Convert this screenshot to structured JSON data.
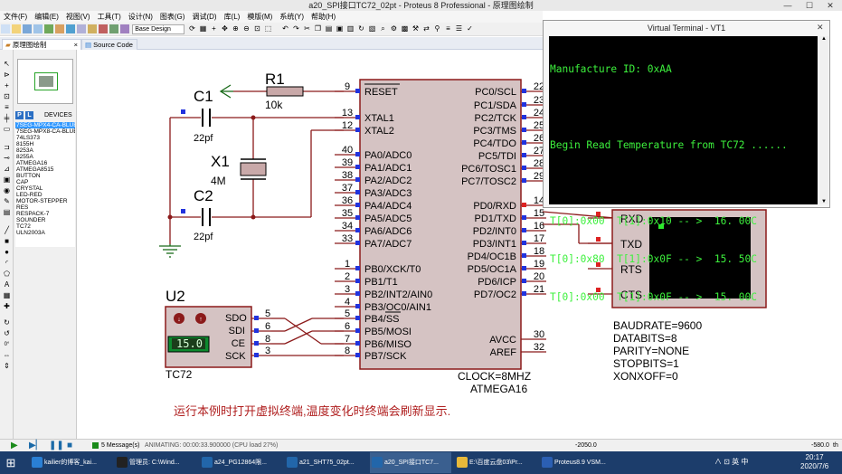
{
  "window": {
    "title": "a20_SPI接口TC72_02pt - Proteus 8 Professional - 原理图绘制",
    "min": "—",
    "max": "☐",
    "close": "✕"
  },
  "menu": [
    "文件(F)",
    "编辑(E)",
    "视图(V)",
    "工具(T)",
    "设计(N)",
    "图表(G)",
    "调试(D)",
    "库(L)",
    "模版(M)",
    "系统(Y)",
    "帮助(H)"
  ],
  "toolbar": {
    "design_select": "Base Design"
  },
  "tabs": [
    {
      "label": "原理图绘制",
      "close": "×"
    },
    {
      "label": "Source Code",
      "close": "×"
    }
  ],
  "devices": {
    "header": "DEVICES",
    "p_btn": "P",
    "l_btn": "L",
    "items": [
      "7SEG-MPX4-CA-BLUE",
      "7SEG-MPX8-CA-BLUE",
      "74LS373",
      "8155H",
      "8253A",
      "8255A",
      "ATMEGA16",
      "ATMEGA8515",
      "BUTTON",
      "CAP",
      "CRYSTAL",
      "LED-RED",
      "MOTOR-STEPPER",
      "RES",
      "RESPACK-7",
      "SOUNDER",
      "TC72",
      "ULN2003A"
    ],
    "selected_index": 0
  },
  "left_tools": {
    "rotation": "0°"
  },
  "schematic": {
    "r1": {
      "ref": "R1",
      "value": "10k"
    },
    "c1": {
      "ref": "C1",
      "value": "22pf"
    },
    "c2": {
      "ref": "C2",
      "value": "22pf"
    },
    "x1": {
      "ref": "X1",
      "value": "4M"
    },
    "u2": {
      "ref": "U2",
      "part": "TC72",
      "reading": "15.0",
      "pins": [
        "SDO",
        "SDI",
        "CE",
        "SCK"
      ],
      "pin_nums": [
        "5",
        "6",
        "8",
        "3"
      ]
    },
    "mcu": {
      "part": "ATMEGA16",
      "clock": "CLOCK=8MHZ",
      "left_pins": [
        {
          "n": "9",
          "l": "RESET"
        },
        {
          "n": "13",
          "l": "XTAL1"
        },
        {
          "n": "12",
          "l": "XTAL2"
        },
        {
          "n": "40",
          "l": "PA0/ADC0"
        },
        {
          "n": "39",
          "l": "PA1/ADC1"
        },
        {
          "n": "38",
          "l": "PA2/ADC2"
        },
        {
          "n": "37",
          "l": "PA3/ADC3"
        },
        {
          "n": "36",
          "l": "PA4/ADC4"
        },
        {
          "n": "35",
          "l": "PA5/ADC5"
        },
        {
          "n": "34",
          "l": "PA6/ADC6"
        },
        {
          "n": "33",
          "l": "PA7/ADC7"
        },
        {
          "n": "1",
          "l": "PB0/XCK/T0"
        },
        {
          "n": "2",
          "l": "PB1/T1"
        },
        {
          "n": "3",
          "l": "PB2/INT2/AIN0"
        },
        {
          "n": "4",
          "l": "PB3/OC0/AIN1"
        },
        {
          "n": "5",
          "l": "PB4/SS"
        },
        {
          "n": "6",
          "l": "PB5/MOSI"
        },
        {
          "n": "7",
          "l": "PB6/MISO"
        },
        {
          "n": "8",
          "l": "PB7/SCK"
        }
      ],
      "right_pins": [
        {
          "n": "22",
          "l": "PC0/SCL"
        },
        {
          "n": "23",
          "l": "PC1/SDA"
        },
        {
          "n": "24",
          "l": "PC2/TCK"
        },
        {
          "n": "25",
          "l": "PC3/TMS"
        },
        {
          "n": "26",
          "l": "PC4/TDO"
        },
        {
          "n": "27",
          "l": "PC5/TDI"
        },
        {
          "n": "28",
          "l": "PC6/TOSC1"
        },
        {
          "n": "29",
          "l": "PC7/TOSC2"
        },
        {
          "n": "14",
          "l": "PD0/RXD"
        },
        {
          "n": "15",
          "l": "PD1/TXD"
        },
        {
          "n": "16",
          "l": "PD2/INT0"
        },
        {
          "n": "17",
          "l": "PD3/INT1"
        },
        {
          "n": "18",
          "l": "PD4/OC1B"
        },
        {
          "n": "19",
          "l": "PD5/OC1A"
        },
        {
          "n": "20",
          "l": "PD6/ICP"
        },
        {
          "n": "21",
          "l": "PD7/OC2"
        },
        {
          "n": "30",
          "l": "AVCC"
        },
        {
          "n": "32",
          "l": "AREF"
        }
      ]
    },
    "terminal_part": {
      "pins": [
        "RXD",
        "TXD",
        "RTS",
        "CTS"
      ],
      "props": [
        "BAUDRATE=9600",
        "DATABITS=8",
        "PARITY=NONE",
        "STOPBITS=1",
        "XONXOFF=0"
      ]
    },
    "note": "运行本例时打开虚拟终端,温度变化时终端会刷新显示."
  },
  "virtual_terminal": {
    "title": "Virtual Terminal - VT1",
    "close": "✕",
    "lines": [
      "Manufacture ID: 0xAA",
      "",
      "Begin Read Temperature from TC72 ......",
      "",
      "T[0]:0x00  T[1]:0x10 -- >  16. 00C",
      "T[0]:0x80  T[1]:0x0F -- >  15. 50C",
      "T[0]:0x00  T[1]:0x0F -- >  15. 00C"
    ]
  },
  "status": {
    "messages": "5 Message(s)",
    "animating": "ANIMATING: 00:00:33.900000 (CPU load 27%)",
    "coord_x": "-2050.0",
    "coord_y": "-580.0",
    "th": "th"
  },
  "taskbar": {
    "items": [
      {
        "label": "kailier的博客_kai...",
        "color": "#2a7fd4"
      },
      {
        "label": "管理员: C:\\Wind...",
        "color": "#222222"
      },
      {
        "label": "a24_PG12864限...",
        "color": "#2266aa"
      },
      {
        "label": "a21_SHT75_02pt...",
        "color": "#2266aa"
      },
      {
        "label": "a20_SPI接口TC7...",
        "color": "#2266aa"
      },
      {
        "label": "E:\\百度云盘03\\Pr...",
        "color": "#e8b93a"
      },
      {
        "label": "Proteus8.9 VSM...",
        "color": "#2b5fb3"
      }
    ],
    "tray": "∧  ⊡  英  中",
    "time": "20:17",
    "date": "2020/7/6"
  }
}
